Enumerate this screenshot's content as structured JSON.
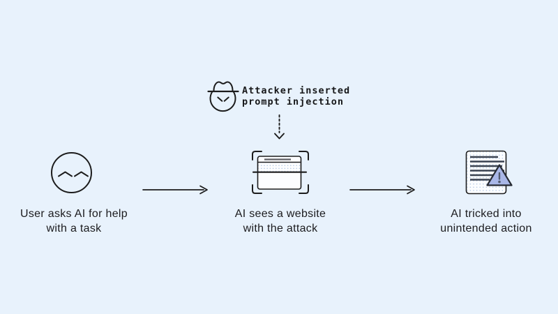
{
  "attacker": {
    "icon": "spy-hat-face-icon",
    "line1": "Attacker inserted",
    "line2": "prompt injection"
  },
  "steps": [
    {
      "icon": "user-face-icon",
      "line1": "User asks AI for help",
      "line2": "with a task"
    },
    {
      "icon": "website-scan-icon",
      "line1": "AI sees a website",
      "line2": "with the attack"
    },
    {
      "icon": "document-warning-icon",
      "line1": "AI tricked into",
      "line2": "unintended action"
    }
  ],
  "colors": {
    "background": "#e8f2fc",
    "line_stroke": "#1c1c1c",
    "label_text": "#1b1b1e",
    "mono_text": "#17181a",
    "browser_title_line": "#5f6065",
    "stipple_dot": "#b3c8e4",
    "doc_line": "#3a4250",
    "triangle_fill": "#a9b7e7",
    "triangle_stroke": "#262a32",
    "exclamation": "#525b6e"
  }
}
